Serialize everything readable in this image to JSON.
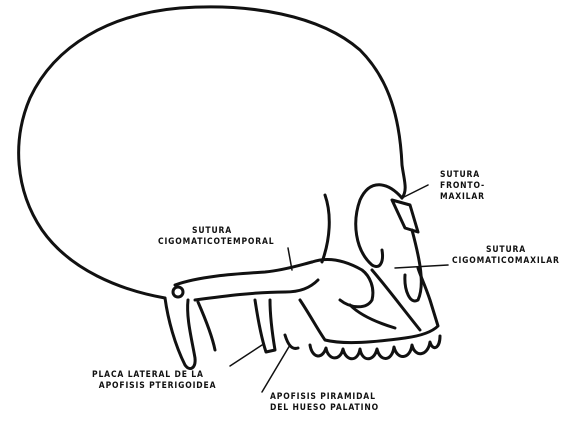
{
  "labels": {
    "frontomaxilar": {
      "line1": "SUTURA",
      "line2": "FRONTO-",
      "line3": "MAXILAR"
    },
    "cigomaticotemporal": {
      "line1": "SUTURA",
      "line2": "CIGOMATICOTEMPORAL"
    },
    "cigomaticomaxilar": {
      "line1": "SUTURA",
      "line2": "CIGOMATICOMAXILAR"
    },
    "lamina_pterigoidea": {
      "line1": "PLACA LATERAL DE LA",
      "line2": "APOFISIS PTERIGOIDEA"
    },
    "apofisis_piramidal": {
      "line1": "APOFISIS PIRAMIDAL",
      "line2": "DEL HUESO PALATINO"
    }
  },
  "colors": {
    "ink": "#111111",
    "paper": "#ffffff"
  }
}
